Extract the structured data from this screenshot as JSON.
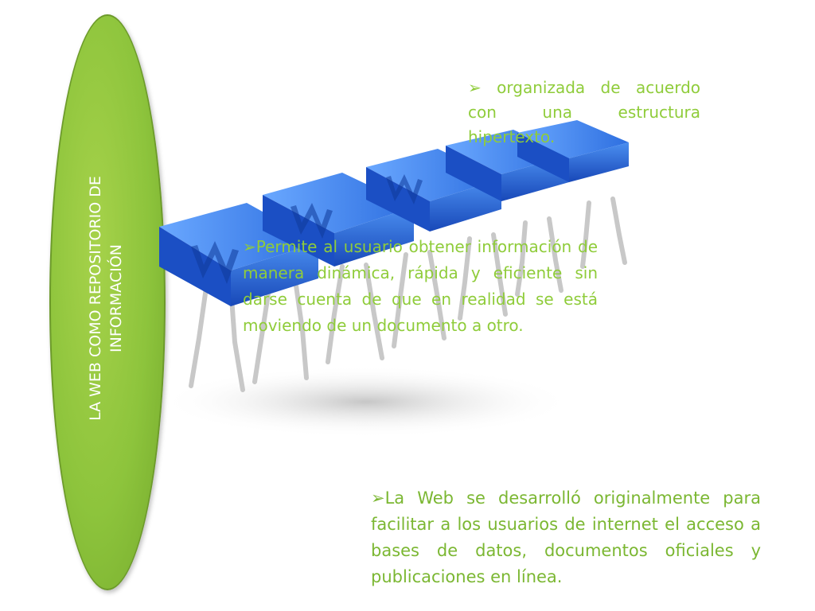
{
  "slide": {
    "title": "LA WEB COMO REPOSITORIO DE INFORMACIÓN",
    "bullet_icon": "arrowhead-bullet",
    "bullet_glyph": "➢",
    "bullets": [
      {
        "text": " organizada de acuerdo con una estructura hipertexto."
      },
      {
        "text": "Permite al usuario obtener información de manera dinámica, rápida y eficiente sin darse cuenta de que en realidad se está moviendo de un documento a otro."
      },
      {
        "text": "La Web se desarrolló originalmente para facilitar a los usuarios de internet el acceso a bases de datos, documentos oficiales y publicaciones en línea."
      }
    ],
    "colors": {
      "ellipse_green": "#8dc43c",
      "text_green": "#8fcc3a",
      "block_blue": "#1f5fd0"
    },
    "illustration_icon": "www-blocks-figures-icon"
  }
}
